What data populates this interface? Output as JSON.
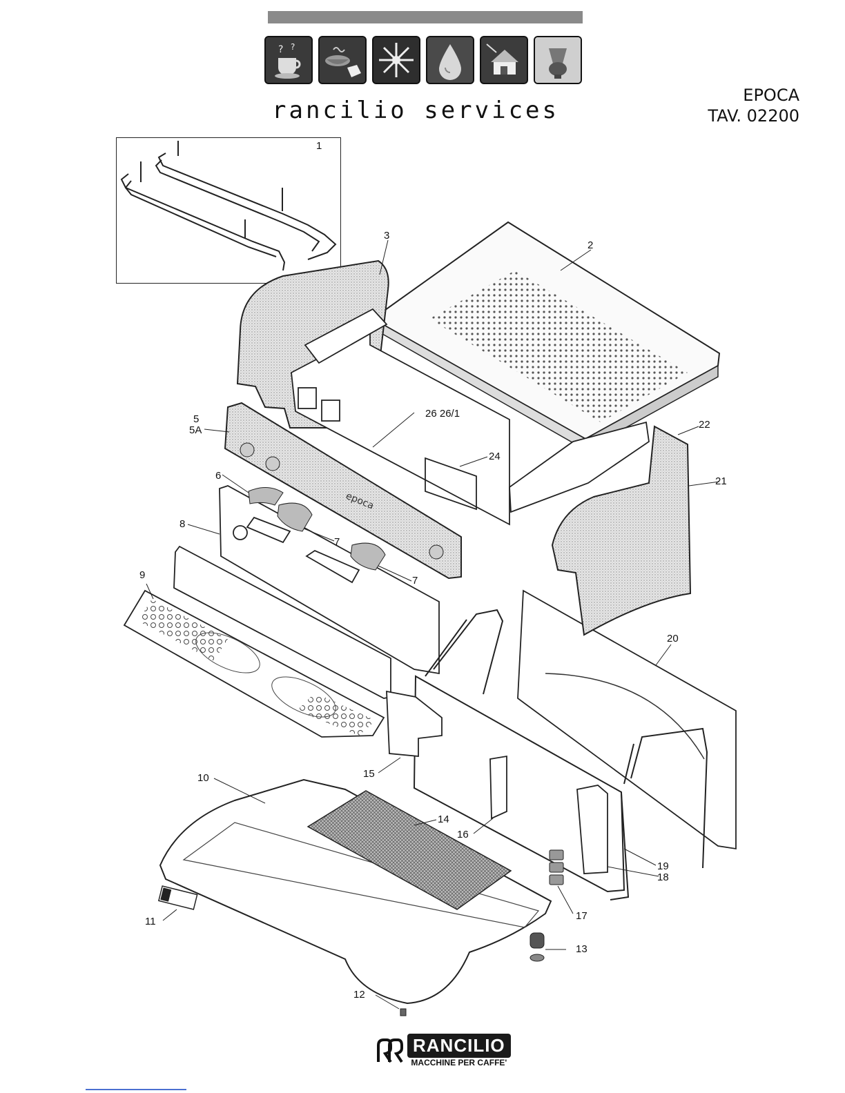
{
  "header": {
    "services_text": "rancilio services",
    "model_name": "EPOCA",
    "table_code": "TAV. 02200",
    "icons": [
      "coffee-cup-icon",
      "espresso-cup-icon",
      "snowflake-icon",
      "water-drop-icon",
      "house-icon",
      "kettle-icon"
    ]
  },
  "callouts": {
    "c1": "1",
    "c2": "2",
    "c3": "3",
    "c5": "5",
    "c5a": "5A",
    "c6": "6",
    "c7a": "7",
    "c7b": "7",
    "c8": "8",
    "c9": "9",
    "c10": "10",
    "c11": "11",
    "c12": "12",
    "c13": "13",
    "c14": "14",
    "c15": "15",
    "c16": "16",
    "c17": "17",
    "c18": "18",
    "c19": "19",
    "c20": "20",
    "c21": "21",
    "c22": "22",
    "c24": "24",
    "c26": "26 26/1"
  },
  "part_labels": {
    "front_panel_text": "epoca"
  },
  "footer": {
    "brand": "RANCILIO",
    "tagline": "MACCHINE PER CAFFE'"
  }
}
